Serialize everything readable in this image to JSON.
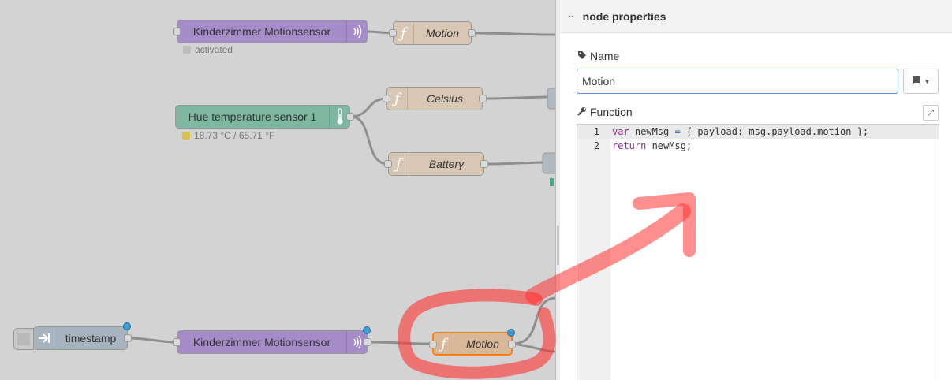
{
  "workspace": {
    "nodes": {
      "motion_sensor_top": {
        "label": "Kinderzimmer Motionsensor",
        "status": "activated"
      },
      "motion_fn_top": {
        "label": "Motion",
        "icon": "function-icon"
      },
      "celsius_fn": {
        "label": "Celsius",
        "icon": "function-icon"
      },
      "hue_sensor": {
        "label": "Hue temperature sensor 1",
        "status": "18.73 °C / 65.71 °F",
        "icon": "thermometer-icon"
      },
      "battery_fn": {
        "label": "Battery",
        "icon": "function-icon"
      },
      "timestamp_inject": {
        "label": "timestamp",
        "icon": "inject-arrow-icon"
      },
      "motion_sensor_bottom": {
        "label": "Kinderzimmer Motionsensor",
        "icon": "wireless-icon"
      },
      "motion_fn_selected": {
        "label": "Motion",
        "icon": "function-icon"
      }
    },
    "colors": {
      "motion_sensor": "#a68bc9",
      "function": "#fdd0a2",
      "hue_sensor": "#3fad8b",
      "inject": "#a6bbcf",
      "annotation": "#ff3b3b"
    }
  },
  "panel": {
    "header": {
      "title": "node properties",
      "collapse_icon": "chevron-down-icon"
    },
    "name": {
      "label": "Name",
      "value": "Motion",
      "icon": "tag-icon"
    },
    "function": {
      "label": "Function",
      "icon": "wrench-icon"
    },
    "code": [
      {
        "line": "1",
        "tokens": [
          [
            "kw",
            "var"
          ],
          [
            "",
            " newMsg "
          ],
          [
            "op",
            "="
          ],
          [
            "",
            " { payload: msg.payload.motion };"
          ]
        ]
      },
      {
        "line": "2",
        "tokens": [
          [
            "kw",
            "return"
          ],
          [
            "",
            " newMsg;"
          ]
        ]
      }
    ]
  }
}
